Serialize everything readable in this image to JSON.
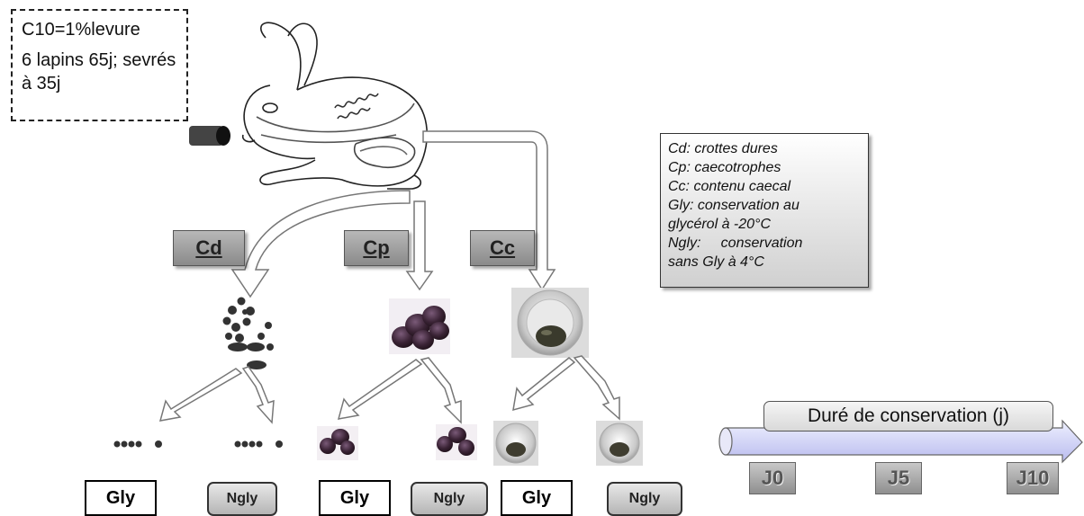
{
  "diet_box": {
    "line1": "C10=1%levure",
    "line2": "6 lapins 65j; sevrés à 35j"
  },
  "legend": {
    "lines": [
      "Cd: crottes dures",
      "Cp: caecotrophes",
      "Cc: contenu caecal",
      "Gly: conservation au",
      "glycérol à -20°C",
      "Ngly:     conservation",
      "sans Gly à 4°C"
    ]
  },
  "samples": {
    "cd": "Cd",
    "cp": "Cp",
    "cc": "Cc"
  },
  "storage": {
    "gly": "Gly",
    "ngly": "Ngly"
  },
  "timeline": {
    "title": "Duré de conservation (j)",
    "days": [
      "J0",
      "J5",
      "J10"
    ]
  },
  "colors": {
    "sample_dark": "#3a2335",
    "pellet": "#333333",
    "arrow_fill": "#ffffff",
    "arrow_stroke": "#777777",
    "timeline_bar": "#c9c9f0"
  }
}
